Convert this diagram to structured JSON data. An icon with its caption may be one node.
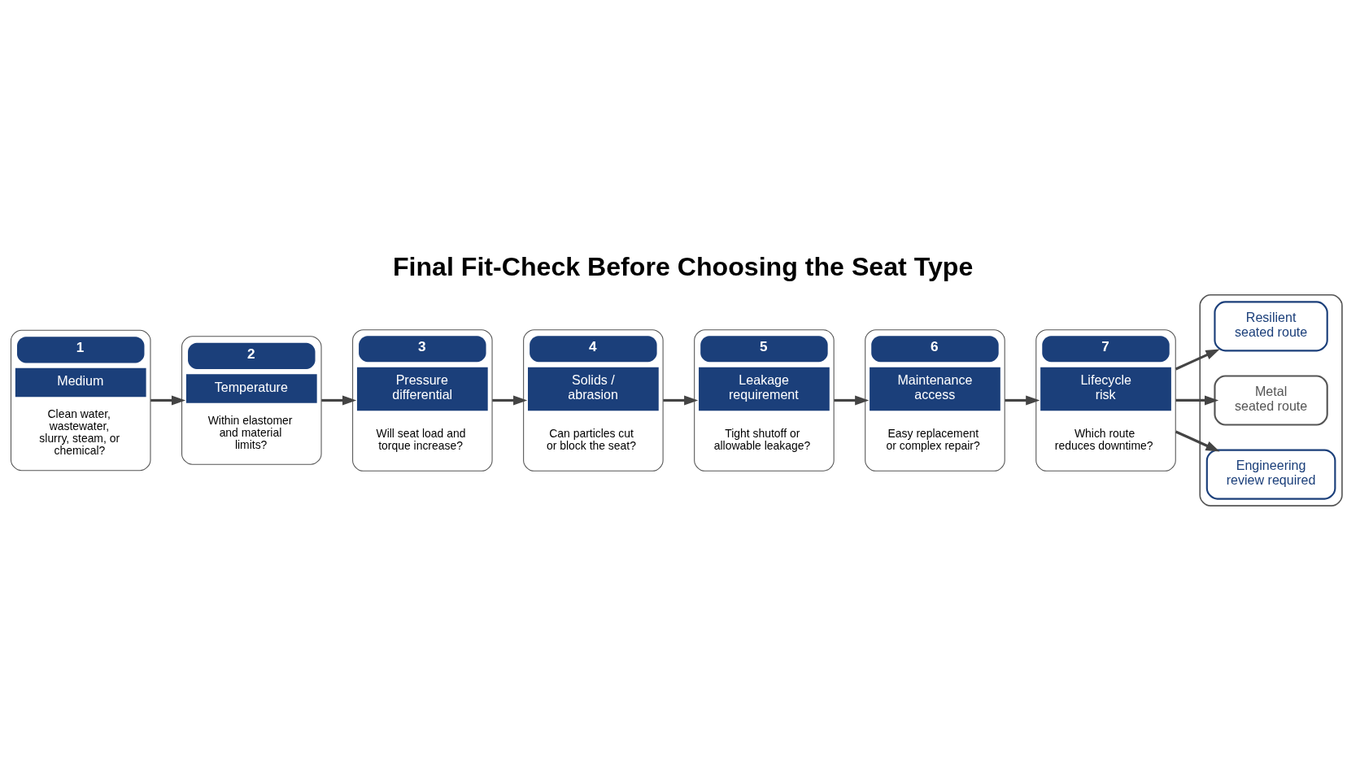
{
  "diagram": {
    "title": "Final Fit-Check Before Choosing the Seat Type",
    "nodes": [
      {
        "text": [
          "1",
          "Medium",
          "Clean water, wastewater, slurry, steam, or chemical?"
        ]
      },
      {
        "text": [
          "2",
          "Temperature",
          "Within elastomer and material limits?"
        ]
      },
      {
        "text": [
          "3",
          "Pressure differential",
          "Will seat load and torque increase?"
        ]
      },
      {
        "text": [
          "4",
          "Solids / abrasion",
          "Can particles cut or block the seat?"
        ]
      },
      {
        "text": [
          "5",
          "Leakage requirement",
          "Tight shutoff or allowable leakage?"
        ]
      },
      {
        "text": [
          "6",
          "Maintenance access",
          "Easy replacement or complex repair?"
        ]
      },
      {
        "text": [
          "7",
          "Lifecycle risk",
          "Which route reduces downtime?"
        ]
      },
      {
        "text": [],
        "shape": "box"
      },
      {
        "text": [
          "Resilient seated route"
        ],
        "in": 7
      },
      {
        "text": [
          "Metal seated route"
        ],
        "in": 7
      },
      {
        "text": [
          "Engineering review required"
        ],
        "in": 7
      }
    ],
    "edges": [
      {
        "from": 0,
        "to": 1,
        "arrow": "to"
      },
      {
        "from": 1,
        "to": 2,
        "arrow": "to"
      },
      {
        "from": 2,
        "to": 3,
        "arrow": "to"
      },
      {
        "from": 3,
        "to": 4,
        "arrow": "to"
      },
      {
        "from": 4,
        "to": 5,
        "arrow": "to"
      },
      {
        "from": 5,
        "to": 6,
        "arrow": "to"
      },
      {
        "from": 6,
        "to": 8,
        "arrow": "to"
      },
      {
        "from": 6,
        "to": 9,
        "arrow": "to"
      },
      {
        "from": 6,
        "to": 10,
        "arrow": "to"
      }
    ]
  }
}
